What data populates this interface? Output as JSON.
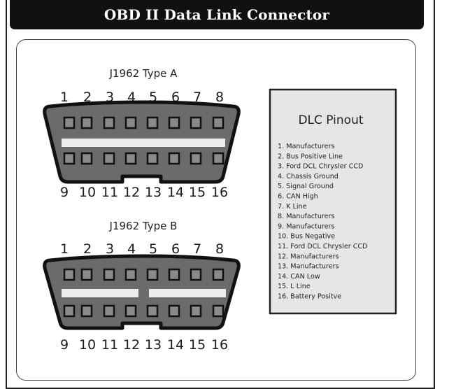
{
  "header": {
    "title": "OBD II Data Link Connector"
  },
  "connector_a": {
    "label": "J1962 Type A",
    "top_pins": [
      "1",
      "2",
      "3",
      "4",
      "5",
      "6",
      "7",
      "8"
    ],
    "bottom_pins": [
      "9",
      "10",
      "11",
      "12",
      "13",
      "14",
      "15",
      "16"
    ]
  },
  "connector_b": {
    "label": "J1962 Type B",
    "top_pins": [
      "1",
      "2",
      "3",
      "4",
      "5",
      "6",
      "7",
      "8"
    ],
    "bottom_pins": [
      "9",
      "10",
      "11",
      "12",
      "13",
      "14",
      "15",
      "16"
    ]
  },
  "pinout": {
    "title": "DLC Pinout",
    "items": [
      "1. Manufacturers",
      "2. Bus Positive Line",
      "3. Ford DCL Chrysler CCD",
      "4. Chassis Ground",
      "5. Signal Ground",
      "6. CAN High",
      "7. K Line",
      "8. Manufacturers",
      "9. Manufacturers",
      "10. Bus Negative",
      "11. Ford DCL Chrysler CCD",
      "12. Manufacturers",
      "13. Manufacturers",
      "14. CAN Low",
      "15. L Line",
      "16. Battery Positve"
    ]
  },
  "colors": {
    "connector_outline": "#111111",
    "connector_body": "#6b6b6b",
    "pin_fill": "#8a8a8a",
    "panel_fill": "#e6e6e6"
  }
}
